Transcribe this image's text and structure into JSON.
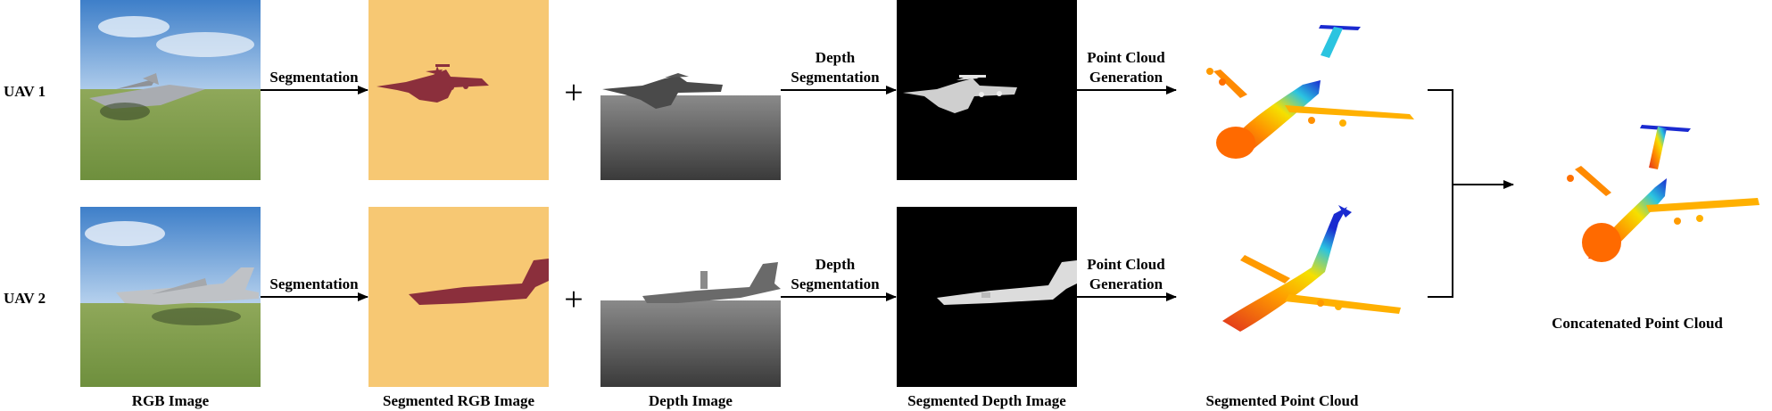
{
  "rows": [
    {
      "label": "UAV 1",
      "seg_step": "Segmentation",
      "depth_step": [
        "Depth",
        "Segmentation"
      ],
      "pc_step": [
        "Point Cloud",
        "Generation"
      ]
    },
    {
      "label": "UAV 2",
      "seg_step": "Segmentation",
      "depth_step": [
        "Depth",
        "Segmentation"
      ],
      "pc_step": [
        "Point Cloud",
        "Generation"
      ]
    }
  ],
  "plus": "+",
  "captions": {
    "rgb": "RGB Image",
    "seg_rgb": "Segmented RGB Image",
    "depth": "Depth Image",
    "seg_depth": "Segmented Depth Image",
    "seg_pc": "Segmented Point Cloud",
    "concat_pc": "Concatenated Point Cloud"
  },
  "colors": {
    "segmentation_background": "#f7c873",
    "segmentation_aircraft": "#8b2f3c",
    "depth_background": "#000000",
    "arrow": "#000000"
  }
}
